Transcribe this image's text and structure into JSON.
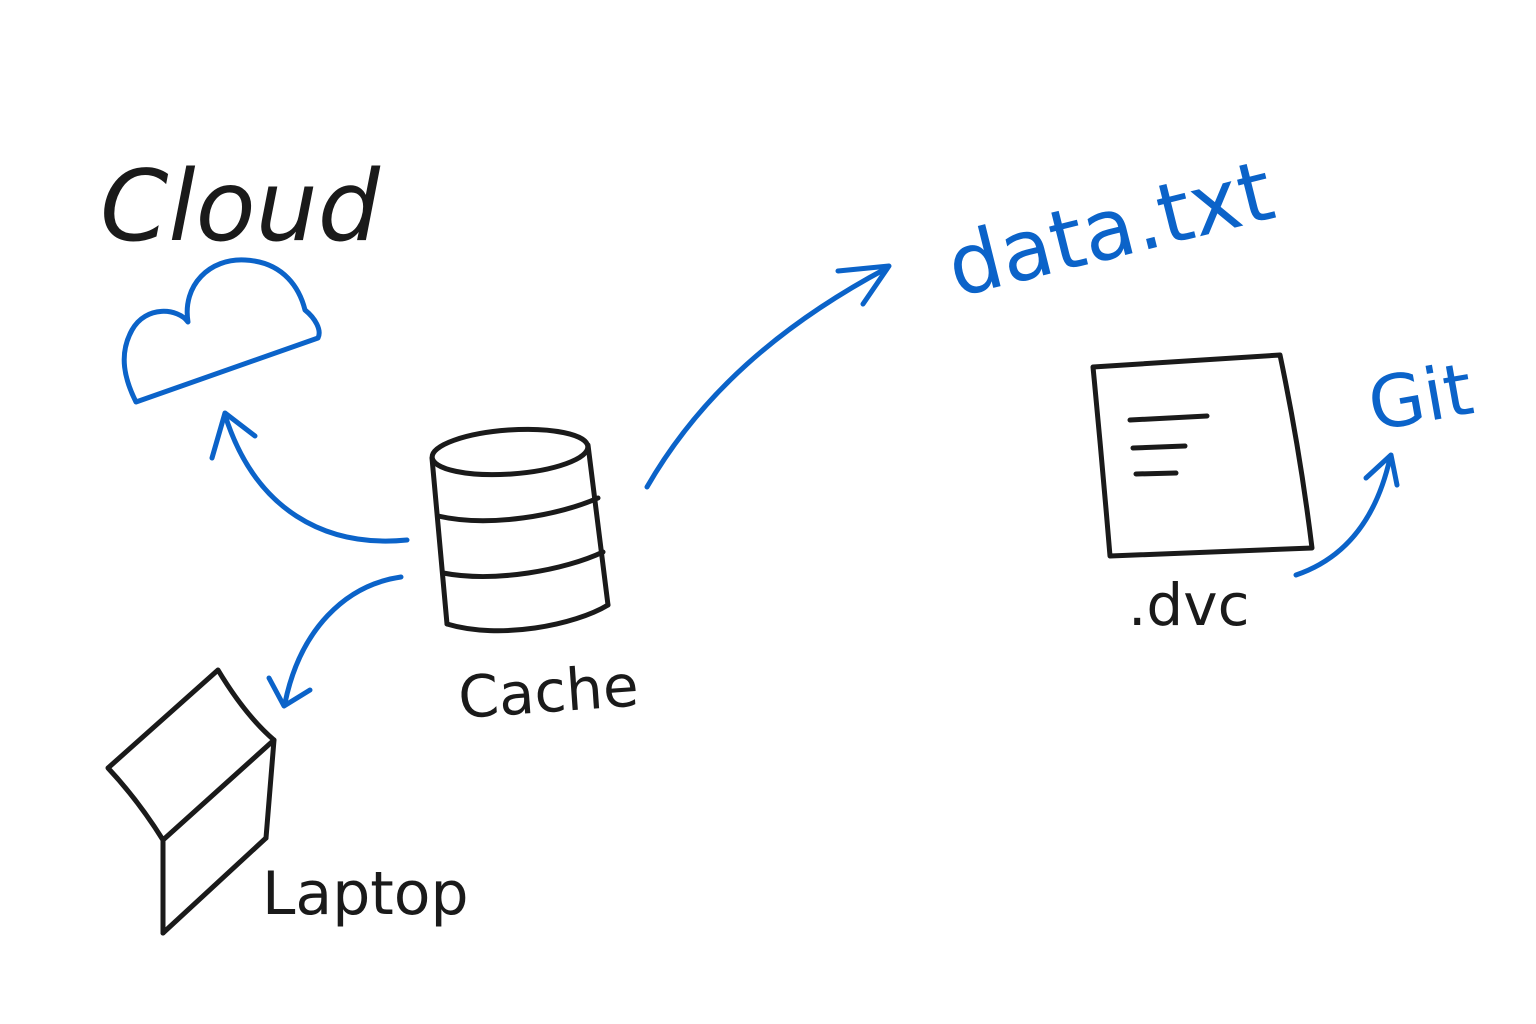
{
  "colors": {
    "ink": "#1a1a1a",
    "accent": "#0b63c9",
    "background": "#ffffff"
  },
  "labels": {
    "cloud_title": "Cloud",
    "data_file": "data.txt",
    "git": "Git",
    "dvc_file": ".dvc",
    "cache": "Cache",
    "laptop": "Laptop"
  },
  "icons": {
    "cloud": "cloud-icon",
    "cache": "database-icon",
    "dvc_file": "document-icon",
    "laptop": "laptop-icon"
  },
  "edges": [
    {
      "from": "cache",
      "to": "cloud"
    },
    {
      "from": "cache",
      "to": "laptop"
    },
    {
      "from": "cache",
      "to": "data.txt"
    },
    {
      "from": ".dvc",
      "to": "git"
    }
  ]
}
